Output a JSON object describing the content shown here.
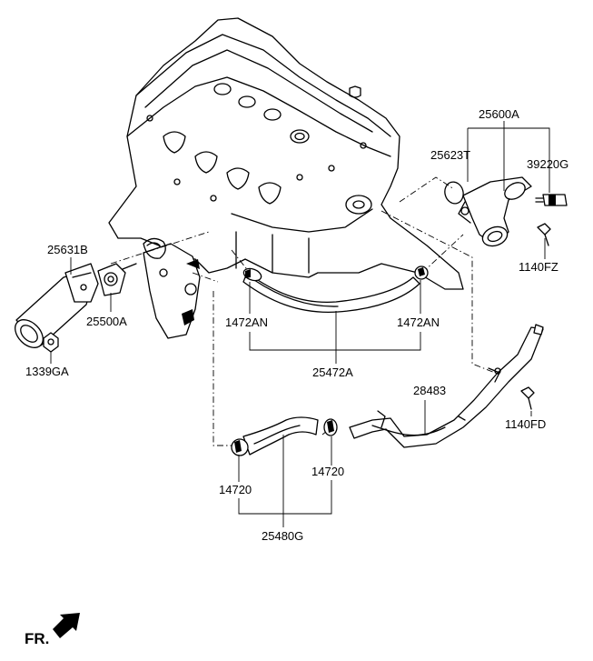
{
  "part_numbers": {
    "water_outlet_fitting_assy": "25600A",
    "gasket_outlet": "25623T",
    "temperature_sensor": "39220G",
    "bolt_outlet": "1140FZ",
    "thermostat_housing": "25631B",
    "thermostat": "25500A",
    "nut_housing": "1339GA",
    "clamp_upper_left": "1472AN",
    "clamp_upper_right": "1472AN",
    "hose_upper": "25472A",
    "pipe_bypass": "28483",
    "bolt_pipe": "1140FD",
    "clamp_lower_left": "14720",
    "clamp_lower_right": "14720",
    "hose_lower": "25480G"
  },
  "direction_marker": {
    "label": "FR."
  }
}
